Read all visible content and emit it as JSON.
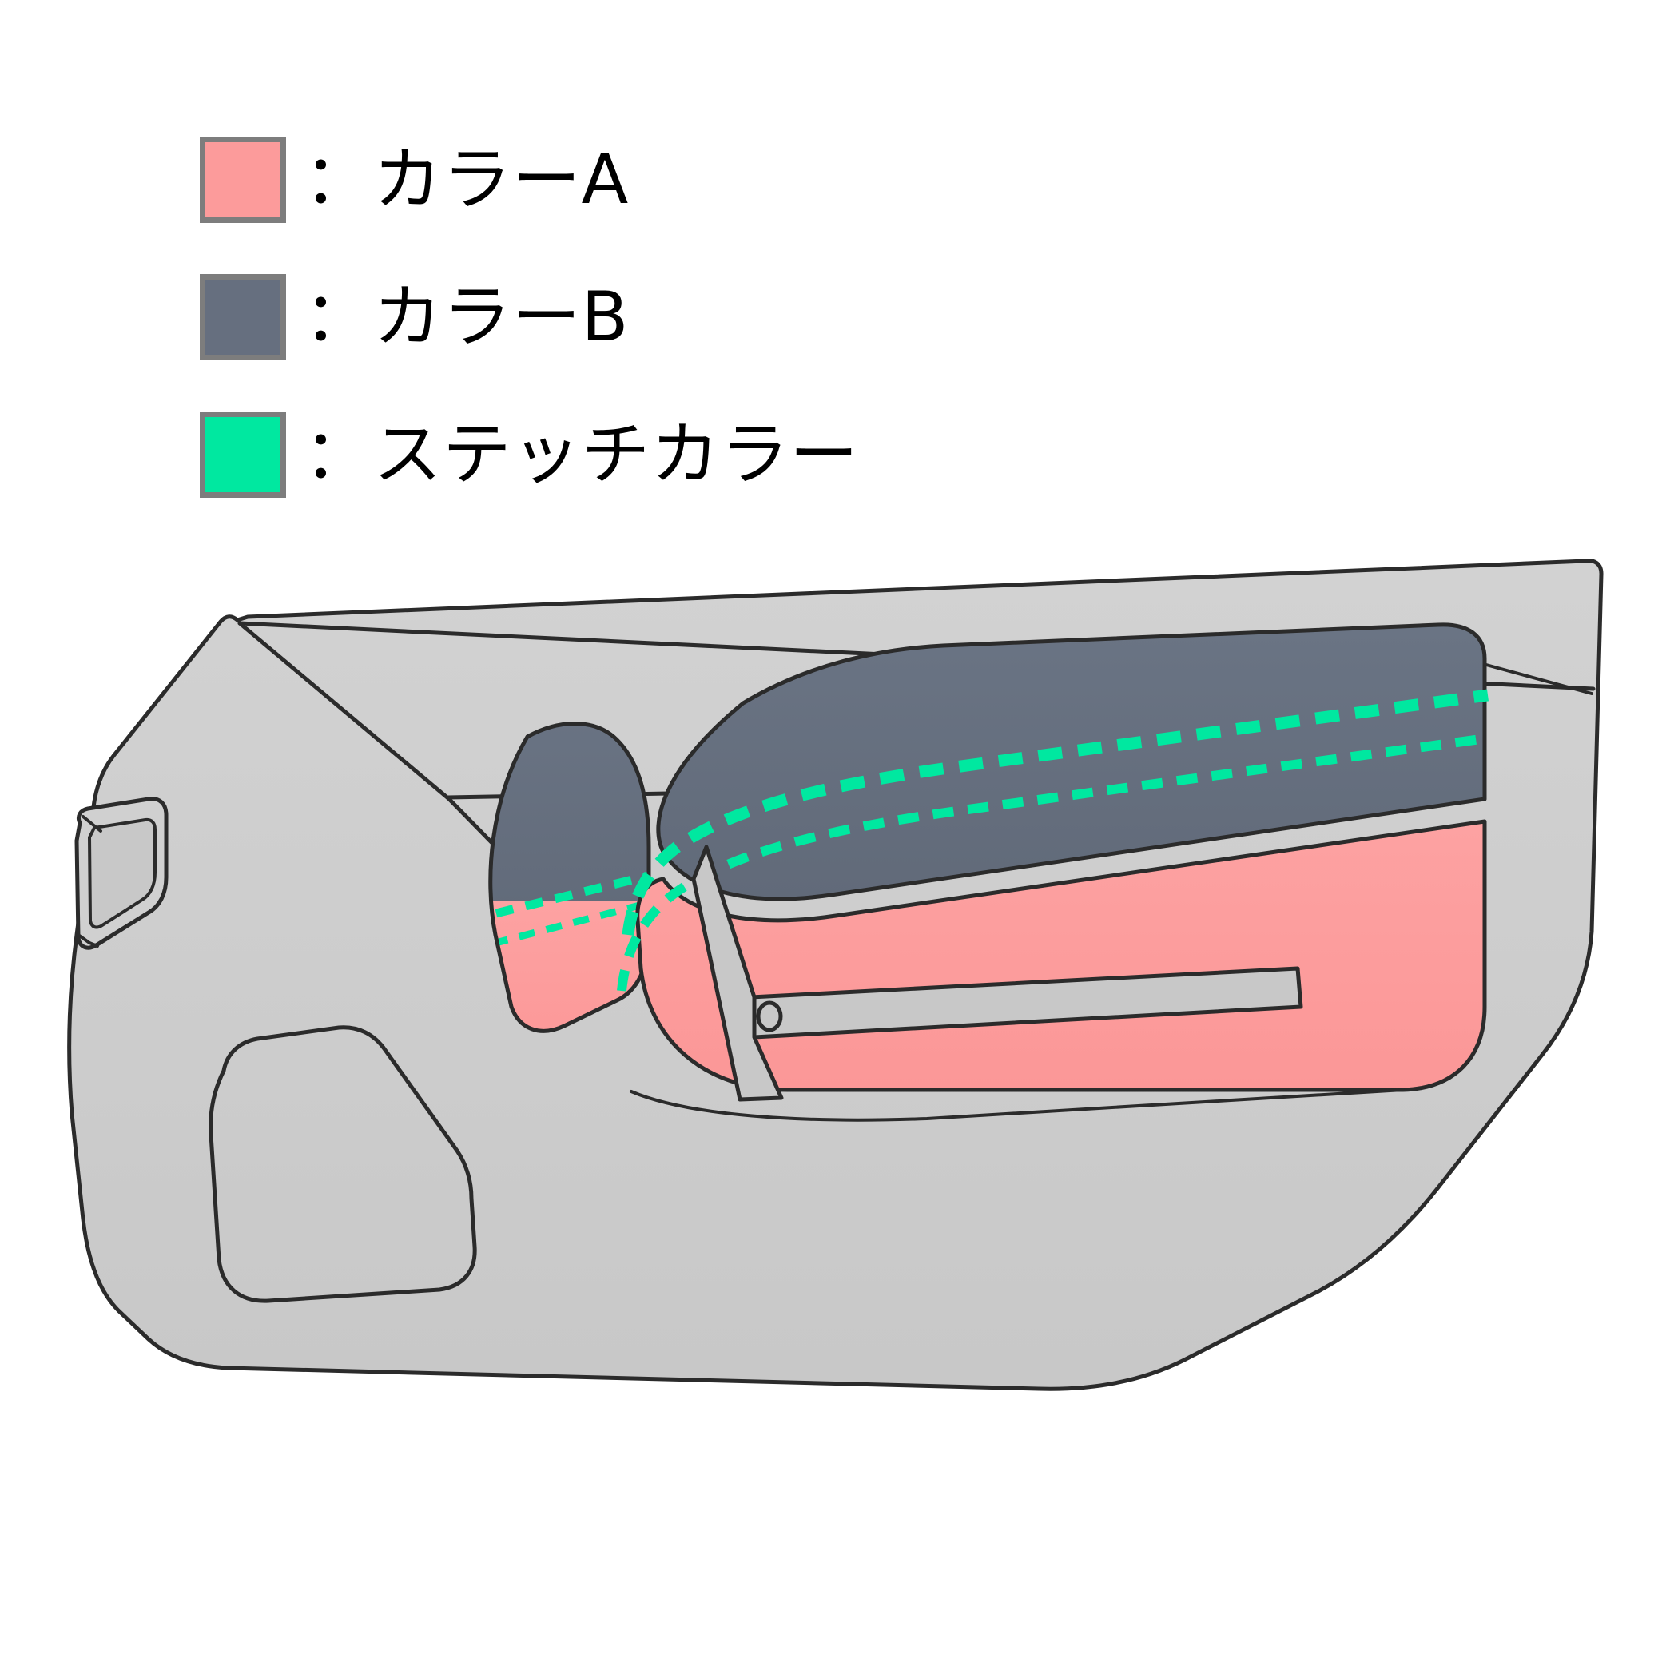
{
  "legend": {
    "items": [
      {
        "swatch_color": "#fc9b9b",
        "label": "：カラーA",
        "swatch_name": "color-a-swatch"
      },
      {
        "swatch_color": "#666f7f",
        "label": "：カラーB",
        "swatch_name": "color-b-swatch"
      },
      {
        "swatch_color": "#00e8a0",
        "label": "：ステッチカラー",
        "swatch_name": "stitch-color-swatch"
      }
    ],
    "swatch_border_color": "#7d7d7d"
  },
  "illustration": {
    "title": "car-door-interior-trim-panel",
    "colors": {
      "panel_base": "#cccccc",
      "panel_base_light": "#d2d2d2",
      "outline": "#2b2b2b",
      "color_a": "#fc9b9b",
      "color_b": "#666f7f",
      "stitch": "#00e8a0",
      "handle_bar": "#c8c8c8"
    },
    "parts": {
      "main_trim_panel": "door trim panel body",
      "upper_garnish": "upper door garnish",
      "door_latch_handle": "inside door release handle",
      "map_pocket": "lower storage pocket",
      "armrest_upper_pad": "armrest upper pad (Color B)",
      "armrest_lower_pad": "armrest lower insert (Color A)",
      "small_front_pad_upper": "front small pad upper (Color B)",
      "small_front_pad_lower": "front small pad lower (Color A)",
      "pull_handle_bar": "horizontal pull handle bar",
      "pull_handle_post": "vertical pull handle post",
      "pull_handle_screw": "pull handle fastener hole",
      "stitch_line_outer": "outer stitch line",
      "stitch_line_inner": "inner stitch line",
      "stitch_line_small_outer": "front pad outer stitch line",
      "stitch_line_small_inner": "front pad inner stitch line"
    }
  }
}
